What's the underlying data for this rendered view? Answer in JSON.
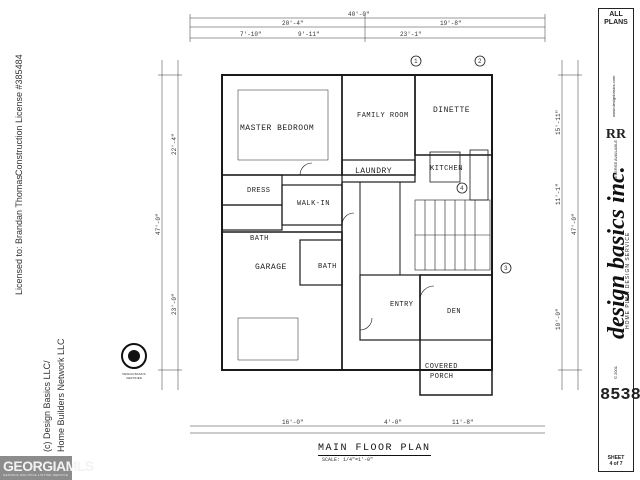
{
  "side_text": {
    "license": "Construction License #385484",
    "licensed_to": "Licensed to: Brandan Thomas",
    "copyright_line1": "(c) Design Basics LLC/",
    "copyright_line2": "Home Builders Network LLC"
  },
  "plan": {
    "title": "MAIN FLOOR PLAN",
    "scale": "SCALE: 1/4\"=1'-0\"",
    "rooms": {
      "master_bedroom": "MASTER BEDROOM",
      "family_room": "FAMILY ROOM",
      "dinette": "DINETTE",
      "kitchen": "KITCHEN",
      "laundry": "LAUNDRY",
      "dress": "DRESS",
      "walk_in": "WALK-IN",
      "bath_1": "BATH",
      "bath_2": "BATH",
      "garage": "GARAGE",
      "entry": "ENTRY",
      "den": "DEN",
      "covered_porch_1": "COVERED",
      "covered_porch_2": "PORCH"
    },
    "dimensions": {
      "top_overall": "40'-0\"",
      "top_left": "20'-4\"",
      "top_right": "19'-8\"",
      "seg_1": "7'-10\"",
      "seg_2": "9'-11\"",
      "seg_3": "23'-1\"",
      "bottom_left": "16'-0\"",
      "bottom_mid": "4'-0\"",
      "bottom_right": "11'-8\"",
      "left_total": "47'-0\"",
      "right_total": "47'-0\"",
      "left_seg_1": "22'-4\"",
      "left_seg_2": "23'-0\"",
      "right_seg_1": "15'-11\"",
      "right_seg_2": "11'-1\"",
      "right_seg_3": "10'-0\""
    },
    "markers": [
      "1",
      "2",
      "3",
      "4"
    ]
  },
  "badge": "DESIGN BASICS CERTIFIED",
  "title_block": {
    "all_plans_1": "ALL",
    "all_plans_2": "PLANS",
    "brand": "design basics inc.",
    "service": "HOME PLAN DESIGN SERVICE",
    "reverse": "RR",
    "reverse_label": "REVERSE AVAILABLE",
    "copyright": "© 2001",
    "website": "www.designbasics.com",
    "plan_number": "8538",
    "sheet_label": "SHEET",
    "sheet_value": "4 of 7"
  },
  "watermark": {
    "name": "GEORGIAMLS",
    "sub": "GEORGIA MULTIPLE LISTING SERVICE"
  },
  "colors": {
    "line": "#1a1a1a",
    "watermark_bg": "#8c8c8c"
  }
}
